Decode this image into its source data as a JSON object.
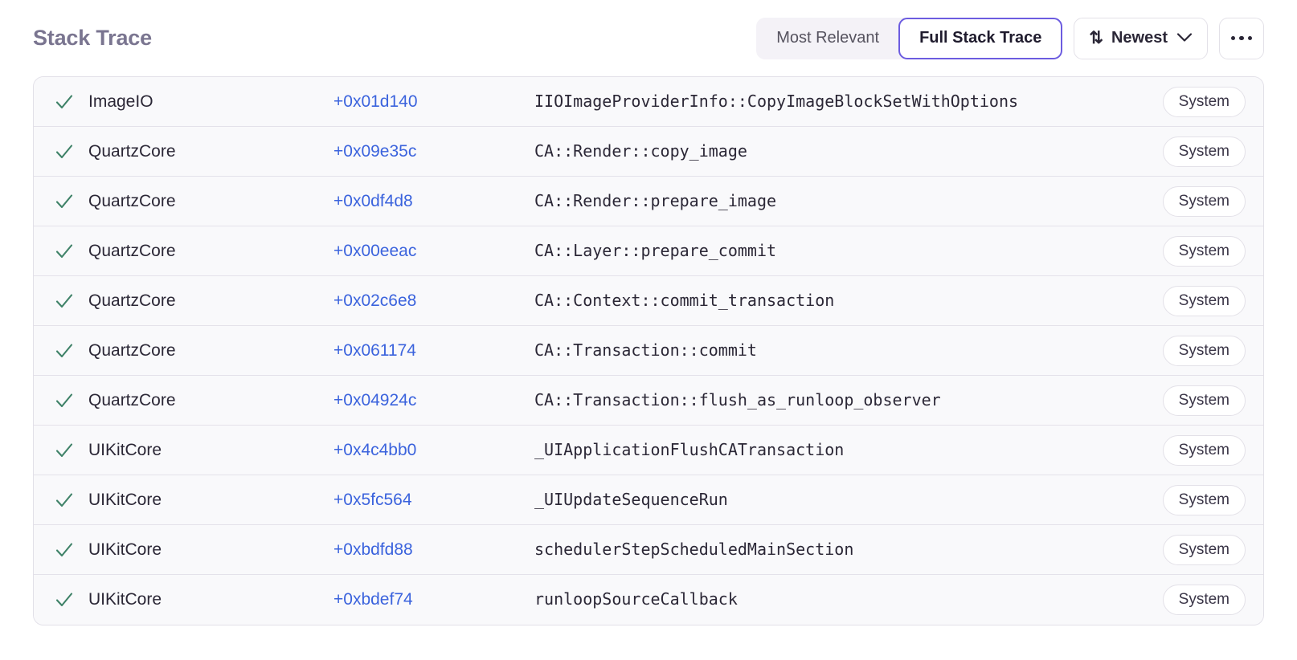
{
  "header": {
    "title": "Stack Trace",
    "segmented": {
      "options": [
        {
          "label": "Most Relevant",
          "selected": false
        },
        {
          "label": "Full Stack Trace",
          "selected": true
        }
      ]
    },
    "sort": {
      "icon": "sort-arrows-icon",
      "label": "Newest",
      "chevron": "chevron-down-icon"
    },
    "overflow": {
      "icon": "ellipsis-icon",
      "label": "..."
    }
  },
  "colors": {
    "accent_purple": "#6c5ce0",
    "link_blue": "#3b63dd",
    "check_green": "#3f8268",
    "title_muted": "#7a7590",
    "row_bg": "#f9f9fb",
    "row_border": "#e4e2ea"
  },
  "table": {
    "rows": [
      {
        "status_icon": "check-icon",
        "module": "ImageIO",
        "address": "+0x01d140",
        "function": "IIOImageProviderInfo::CopyImageBlockSetWithOptions",
        "badge": "System"
      },
      {
        "status_icon": "check-icon",
        "module": "QuartzCore",
        "address": "+0x09e35c",
        "function": "CA::Render::copy_image",
        "badge": "System"
      },
      {
        "status_icon": "check-icon",
        "module": "QuartzCore",
        "address": "+0x0df4d8",
        "function": "CA::Render::prepare_image",
        "badge": "System"
      },
      {
        "status_icon": "check-icon",
        "module": "QuartzCore",
        "address": "+0x00eeac",
        "function": "CA::Layer::prepare_commit",
        "badge": "System"
      },
      {
        "status_icon": "check-icon",
        "module": "QuartzCore",
        "address": "+0x02c6e8",
        "function": "CA::Context::commit_transaction",
        "badge": "System"
      },
      {
        "status_icon": "check-icon",
        "module": "QuartzCore",
        "address": "+0x061174",
        "function": "CA::Transaction::commit",
        "badge": "System"
      },
      {
        "status_icon": "check-icon",
        "module": "QuartzCore",
        "address": "+0x04924c",
        "function": "CA::Transaction::flush_as_runloop_observer",
        "badge": "System"
      },
      {
        "status_icon": "check-icon",
        "module": "UIKitCore",
        "address": "+0x4c4bb0",
        "function": "_UIApplicationFlushCATransaction",
        "badge": "System"
      },
      {
        "status_icon": "check-icon",
        "module": "UIKitCore",
        "address": "+0x5fc564",
        "function": "_UIUpdateSequenceRun",
        "badge": "System"
      },
      {
        "status_icon": "check-icon",
        "module": "UIKitCore",
        "address": "+0xbdfd88",
        "function": "schedulerStepScheduledMainSection",
        "badge": "System"
      },
      {
        "status_icon": "check-icon",
        "module": "UIKitCore",
        "address": "+0xbdef74",
        "function": "runloopSourceCallback",
        "badge": "System"
      }
    ]
  }
}
